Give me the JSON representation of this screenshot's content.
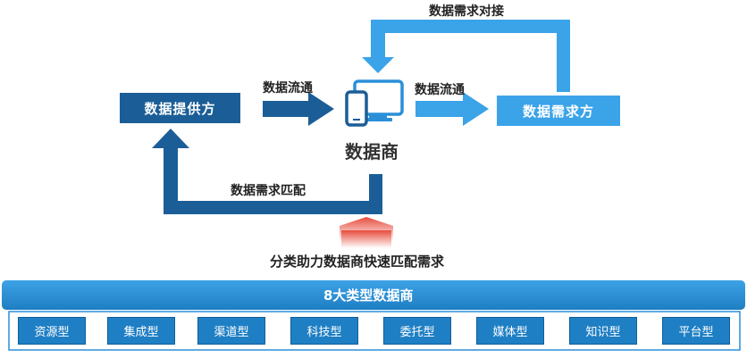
{
  "supplier_box": "数据提供方",
  "demand_box": "数据需求方",
  "broker_label": "数据商",
  "flow_label_left": "数据流通",
  "flow_label_right": "数据流通",
  "top_loop_label": "数据需求对接",
  "bottom_loop_label": "数据需求匹配",
  "center_caption": "分类助力数据商快速匹配需求",
  "banner_title": "8大类型数据商",
  "types": [
    "资源型",
    "集成型",
    "渠道型",
    "科技型",
    "委托型",
    "媒体型",
    "知识型",
    "平台型"
  ],
  "colors": {
    "dark_blue": "#1b5e97",
    "mid_blue": "#2a8fd8",
    "light_blue": "#3ba3e8",
    "banner": "#2b8fd6",
    "type_box": "#1f7fc4"
  },
  "icons": [
    "devices-icon"
  ]
}
